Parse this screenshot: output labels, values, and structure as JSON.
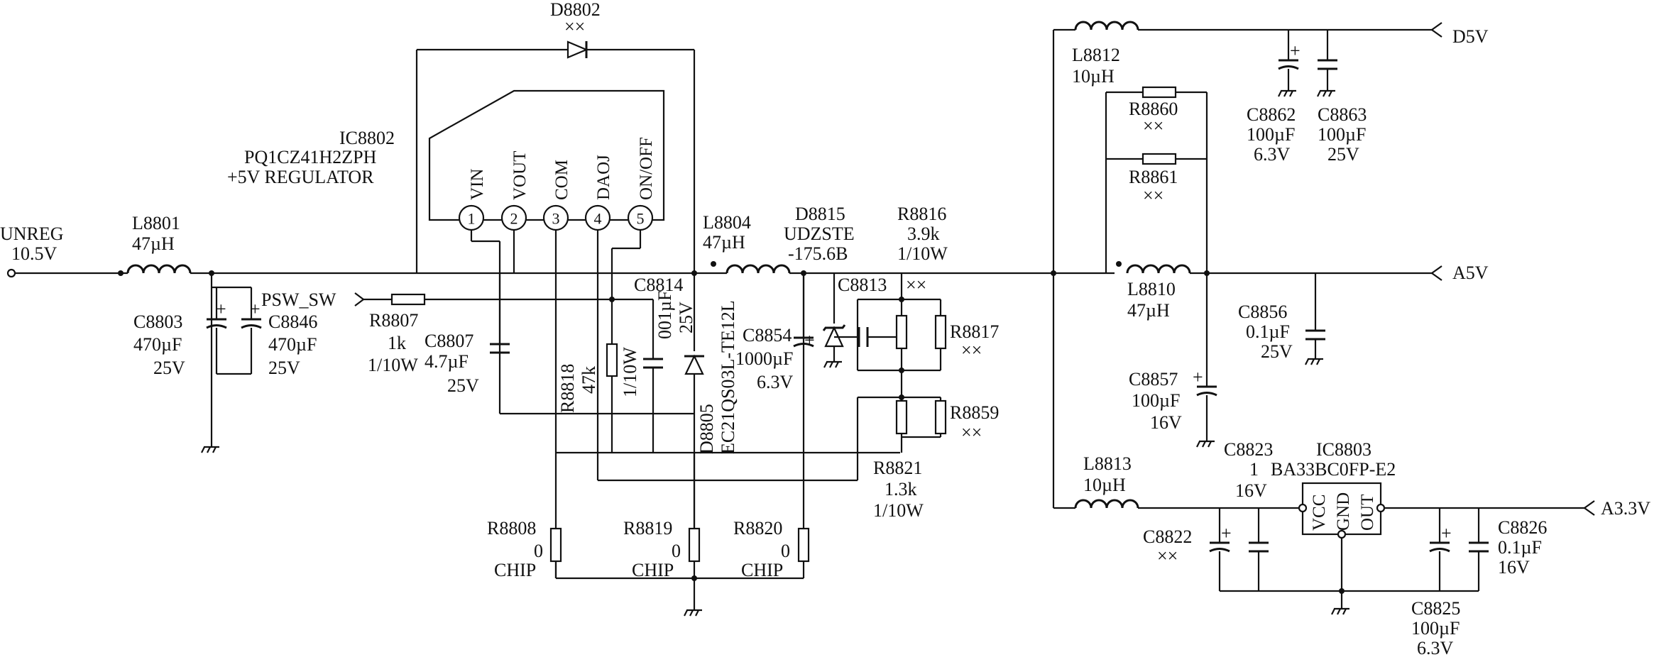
{
  "labels": {
    "unreg": "UNREG",
    "unreg_v": "10.5V",
    "L8801": "L8801",
    "L8801_val": "47µH",
    "psw_sw": "PSW_SW",
    "C8803": "C8803",
    "C8803_val": "470µF",
    "C8803_v": "25V",
    "C8846": "C8846",
    "C8846_val": "470µF",
    "C8846_v": "25V",
    "R8807": "R8807",
    "R8807_val": "1k",
    "R8807_w": "1/10W",
    "C8807": "C8807",
    "C8807_val": "4.7µF",
    "C8807_v": "25V",
    "IC8802": "IC8802",
    "IC8802_part": "PQ1CZ41H2ZPH",
    "IC8802_desc": "+5V REGULATOR",
    "pin_vin": "VIN",
    "pin_vout": "VOUT",
    "pin_com": "COM",
    "pin_daoj": "DAOJ",
    "pin_onoff": "ON/OFF",
    "p1": "1",
    "p2": "2",
    "p3": "3",
    "p4": "4",
    "p5": "5",
    "D8802": "D8802",
    "D8802_val": "××",
    "R8818": "R8818",
    "R8818_val": "47k",
    "R8818_w": "1/10W",
    "C8814": "C8814",
    "C8814_val": "001µF",
    "C8814_v": "25V",
    "D8805": "D8805",
    "D8805_part": "EC21QS03L-TE12L",
    "L8804": "L8804",
    "L8804_val": "47µH",
    "D8815": "D8815",
    "D8815_part": "UDZSTE",
    "D8815_val": "-175.6B",
    "C8854": "C8854",
    "C8854_val": "1000µF",
    "C8854_v": "6.3V",
    "C8813": "C8813",
    "C8813_val": "××",
    "R8816": "R8816",
    "R8816_val": "3.9k",
    "R8816_w": "1/10W",
    "R8817": "R8817",
    "R8817_val": "××",
    "R8859": "R8859",
    "R8859_val": "××",
    "R8821": "R8821",
    "R8821_val": "1.3k",
    "R8821_w": "1/10W",
    "R8808": "R8808",
    "R8808_val": "0",
    "R8808_t": "CHIP",
    "R8819": "R8819",
    "R8819_val": "0",
    "R8819_t": "CHIP",
    "R8820": "R8820",
    "R8820_val": "0",
    "R8820_t": "CHIP",
    "L8812": "L8812",
    "L8812_val": "10µH",
    "R8860": "R8860",
    "R8860_val": "××",
    "R8861": "R8861",
    "R8861_val": "××",
    "L8810": "L8810",
    "L8810_val": "47µH",
    "C8862": "C8862",
    "C8862_val": "100µF",
    "C8862_v": "6.3V",
    "C8863": "C8863",
    "C8863_val": "100µF",
    "C8863_v": "25V",
    "d5v": "D5V",
    "a5v": "A5V",
    "C8856": "C8856",
    "C8856_val": "0.1µF",
    "C8856_v": "25V",
    "C8857": "C8857",
    "C8857_val": "100µF",
    "C8857_v": "16V",
    "L8813": "L8813",
    "L8813_val": "10µH",
    "C8823": "C8823",
    "C8823_val": "1",
    "C8823_v": "16V",
    "IC8803": "IC8803",
    "IC8803_part": "BA33BC0FP-E2",
    "pin_vcc": "VCC",
    "pin_gnd": "GND",
    "pin_out": "OUT",
    "C8822": "C8822",
    "C8822_val": "××",
    "C8825": "C8825",
    "C8825_val": "100µF",
    "C8825_v": "6.3V",
    "C8826": "C8826",
    "C8826_val": "0.1µF",
    "C8826_v": "16V",
    "a33v": "A3.3V",
    "plus": "+"
  },
  "colors": {
    "ink": "#111111",
    "background": "#ffffff"
  }
}
